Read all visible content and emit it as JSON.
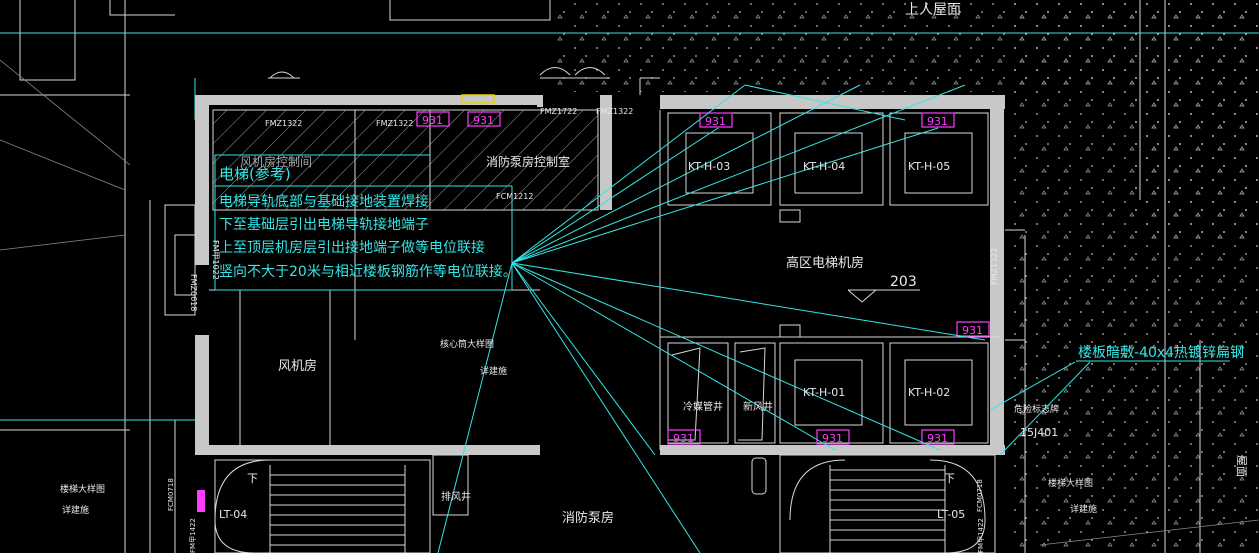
{
  "drawing": {
    "colors": {
      "background": "#000000",
      "leader": "#33e6e6",
      "wall": "#c8c8c8",
      "tag": "#ff3cff",
      "text": "#e8e8e8"
    },
    "roof_label": "上人屋面",
    "rooms": {
      "fan_room": "风机房",
      "high_elevator_machine_room": "高区电梯机房",
      "fire_pump_control_room": "消防泵房控制室",
      "fire_pump_room": "消防泵房",
      "ventilation_shaft": "排风井",
      "cold_water_pipe_shaft": "冷媒管井",
      "fresh_air_shaft": "新风井",
      "core_detail_note": "核心筒大样图",
      "core_detail_sub": "详建施",
      "stair_detail_left": "楼梯大样图",
      "stair_detail_left_sub": "详建施",
      "stair_detail_right": "楼梯大样图",
      "stair_detail_right_sub": "详建施",
      "hazard_sign_note": "危险标志牌"
    },
    "elevators": [
      "KT-H-03",
      "KT-H-04",
      "KT-H-05",
      "KT-H-01",
      "KT-H-02"
    ],
    "stairs": {
      "left": "LT-04",
      "right": "LT-05",
      "down": "下"
    },
    "doors": {
      "fmz1322_a": "FMZ1322",
      "fmz1322_b": "FMZ1322",
      "fmz1322_c": "FMZ1322",
      "fmz1322_right": "FMZ1322",
      "fcm1212": "FCM1212",
      "fmz1722": "FMZ1722",
      "fmj1022": "FM甲1022",
      "fcm0718_left": "FCM0718",
      "fcm0718_right": "FCM0718",
      "fmj1422_left": "FM甲1422",
      "fmj1422_right": "FM甲1422",
      "fmj_vertical": "FMZ0618"
    },
    "grounding_tag": "931",
    "elevation": "203",
    "note": {
      "title": "电梯(参考)",
      "lines": [
        "电梯导轨底部与基础接地装置焊接",
        "下至基础层引出电梯导轨接地端子",
        "上至顶层机房层引出接地端子做等电位联接",
        "竖向不大于20米与相近楼板钢筋作等电位联接。"
      ],
      "behind_text": "风机房控制间"
    },
    "roof_steel_note": "楼板暗敷-40x4热镀锌扁钢",
    "ref_code": "15J401",
    "right_edge_label": "屋面"
  }
}
